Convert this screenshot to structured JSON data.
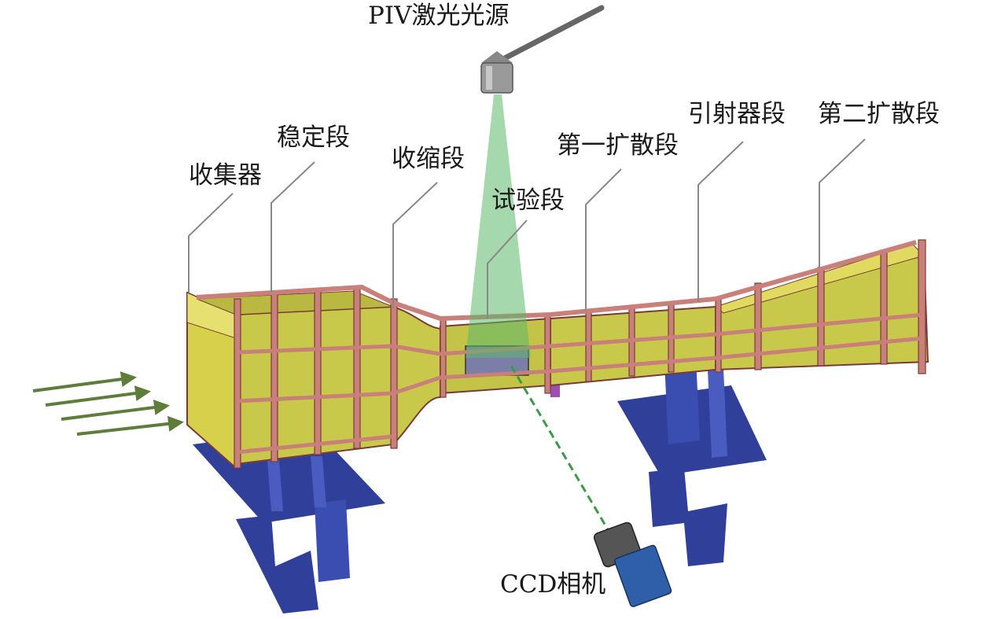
{
  "labels": {
    "laser": "PIV激光光源",
    "collector": "收集器",
    "settling": "稳定段",
    "contraction": "收缩段",
    "test": "试验段",
    "diffuser1": "第一扩散段",
    "ejector": "引射器段",
    "diffuser2": "第二扩散段",
    "camera": "CCD相机"
  },
  "colors": {
    "wall": "#c8c84a",
    "wall_dark": "#a9a936",
    "frame": "#c97f7a",
    "frame_edge": "#7a3b38",
    "support": "#2f3f9a",
    "support_light": "#4a5cc0",
    "laser_sheet": "#5cb86a",
    "flow_arrow": "#5e7c3a"
  }
}
